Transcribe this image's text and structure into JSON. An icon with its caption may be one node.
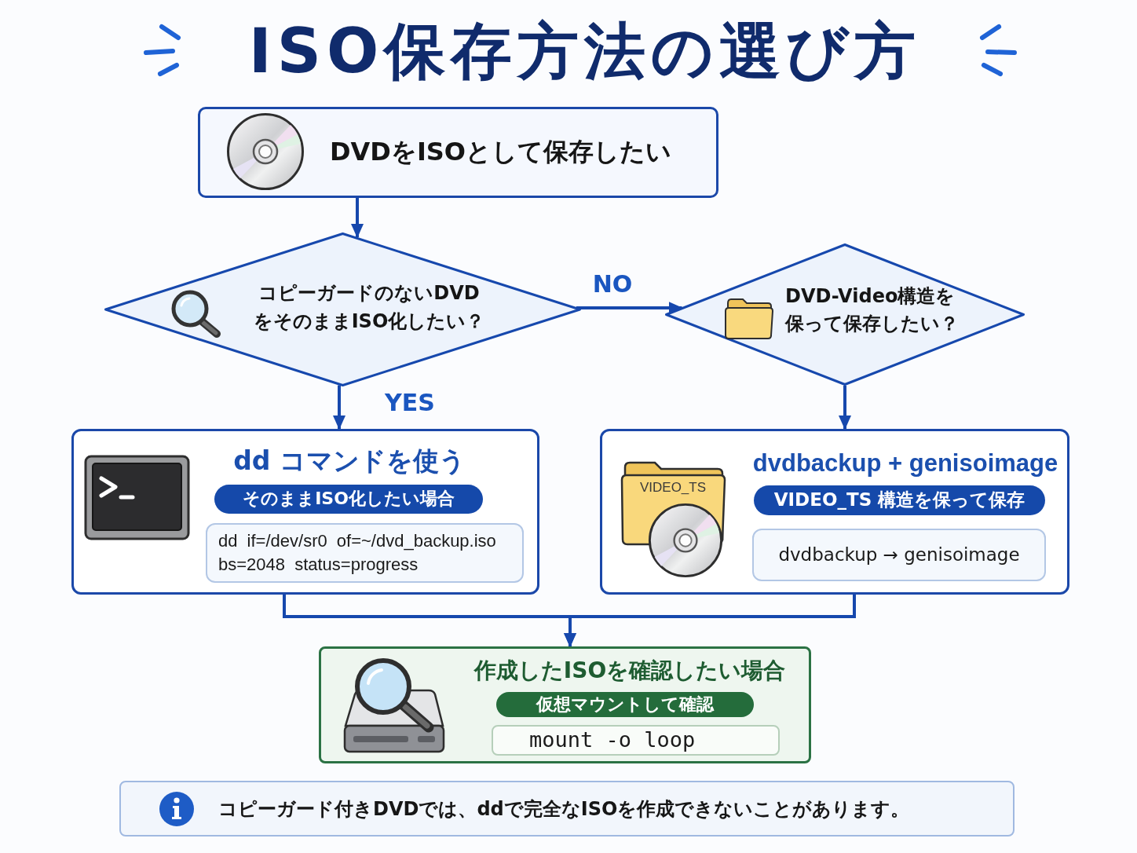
{
  "diagram": {
    "title": "ISO保存方法の選び方",
    "nodes": [
      {
        "text": [
          "DVDをISOとして保存したい"
        ]
      },
      {
        "text": [
          "コピーガードのないDVDをそのままISO化したい？"
        ]
      },
      {
        "text": [
          "DVD-Video構造を保って保存したい？"
        ]
      },
      {
        "text": [
          "dd コマンドを使う"
        ]
      },
      {
        "text": [
          "そのままISO化したい場合"
        ],
        "in": 3
      },
      {
        "text": [
          "dd if=/dev/sr0 of=~/dvd_backup.iso bs=2048 status=progress"
        ],
        "in": 3
      },
      {
        "text": [
          "dvdbackup + genisoimage"
        ]
      },
      {
        "text": [
          "VIDEO_TS 構造を保って保存"
        ],
        "in": 6
      },
      {
        "text": [
          "dvdbackup → genisoimage"
        ],
        "in": 6
      },
      {
        "text": [
          "作成したISOを確認したい場合"
        ]
      },
      {
        "text": [
          "仮想マウントして確認"
        ],
        "in": 9
      },
      {
        "text": [
          "mount -o loop"
        ],
        "in": 9
      },
      {
        "text": [
          "コピーガード付きDVDでは、ddで完全なISOを作成できないことがあります。"
        ]
      }
    ],
    "edges": [
      {
        "from": 0,
        "to": 1,
        "arrow": "to"
      },
      {
        "from": 1,
        "to": 2,
        "arrow": "to",
        "label": "NO"
      },
      {
        "from": 1,
        "to": 3,
        "arrow": "to",
        "label": "YES"
      },
      {
        "from": 2,
        "to": 6,
        "arrow": "to"
      },
      {
        "from": 3,
        "to": 9,
        "arrow": "to"
      },
      {
        "from": 6,
        "to": 9,
        "arrow": "to"
      }
    ],
    "labels": [
      "VIDEO_TS"
    ]
  }
}
